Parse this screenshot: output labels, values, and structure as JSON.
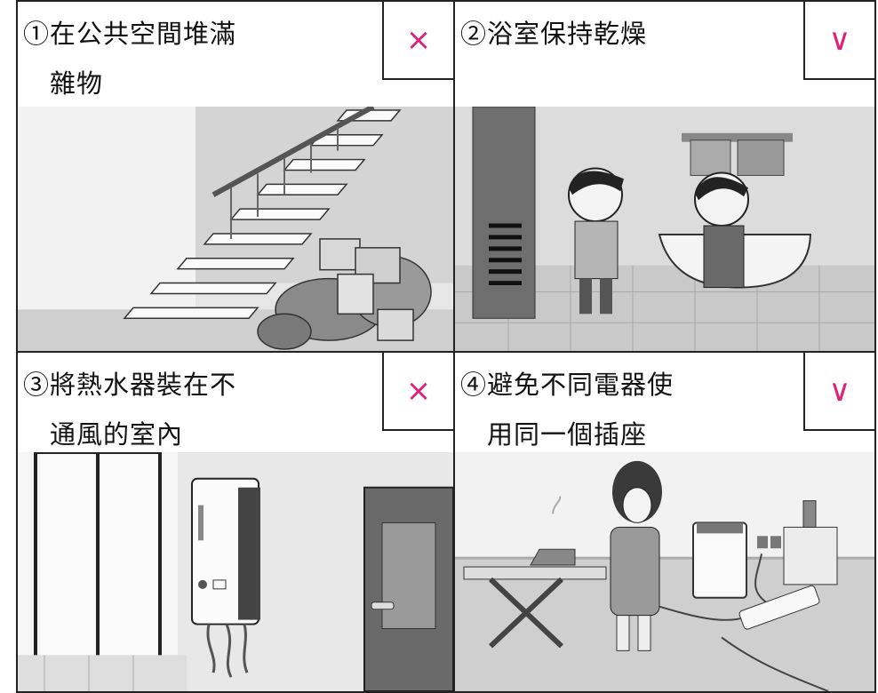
{
  "panels": [
    {
      "number": "①",
      "caption": "在公共空間堆滿雜物",
      "caption_lines": [
        "在公共空間堆滿",
        "雜物"
      ],
      "mark": "×",
      "verdict": "wrong"
    },
    {
      "number": "②",
      "caption": "浴室保持乾燥",
      "caption_lines": [
        "浴室保持乾燥"
      ],
      "mark": "∨",
      "verdict": "correct"
    },
    {
      "number": "③",
      "caption": "將熱水器裝在不通風的室內",
      "caption_lines": [
        "將熱水器裝在不",
        "通風的室內"
      ],
      "mark": "×",
      "verdict": "wrong"
    },
    {
      "number": "④",
      "caption": "避免不同電器使用同一個插座",
      "caption_lines": [
        "避免不同電器使",
        "用同一個插座"
      ],
      "mark": "∨",
      "verdict": "correct"
    }
  ],
  "colors": {
    "mark": "#e0217a",
    "border": "#222222",
    "text": "#111111"
  },
  "icons": {
    "wrong": "cross-mark-icon",
    "correct": "check-mark-icon"
  }
}
